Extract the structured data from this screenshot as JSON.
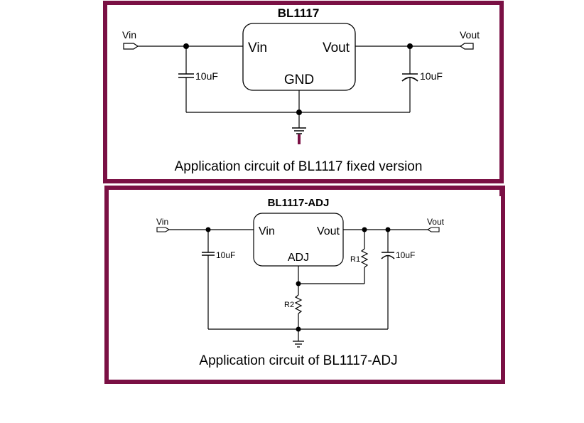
{
  "colors": {
    "frame": "#7a1044",
    "ground_accent": "#7a1044",
    "wire": "#000000"
  },
  "fixed": {
    "title": "BL1117",
    "input_label": "Vin",
    "output_label": "Vout",
    "ic_vin": "Vin",
    "ic_vout": "Vout",
    "ic_gnd": "GND",
    "cap_in": "10uF",
    "cap_out": "10uF",
    "caption": "Application circuit of BL1117 fixed version"
  },
  "adj": {
    "title": "BL1117-ADJ",
    "input_label": "Vin",
    "output_label": "Vout",
    "ic_vin": "Vin",
    "ic_vout": "Vout",
    "ic_adj": "ADJ",
    "cap_in": "10uF",
    "cap_out": "10uF",
    "r1": "R1",
    "r2": "R2",
    "caption": "Application circuit of BL1117-ADJ"
  }
}
